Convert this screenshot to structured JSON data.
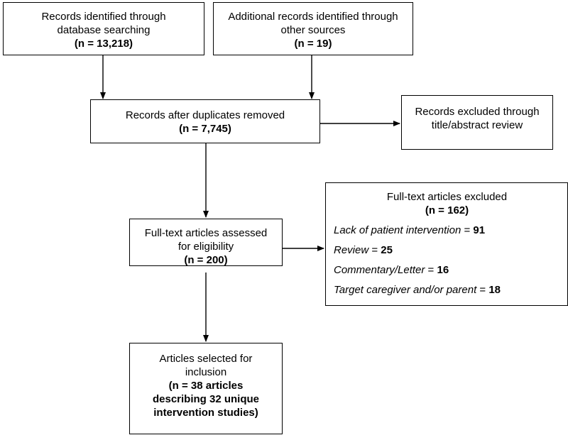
{
  "boxes": {
    "database": {
      "lines": [
        "Records identified through",
        "database searching"
      ],
      "count": "(n = 13,218)"
    },
    "other_sources": {
      "lines": [
        "Additional records identified through",
        "other sources"
      ],
      "count": "(n = 19)"
    },
    "after_duplicates": {
      "lines": [
        "Records after duplicates removed"
      ],
      "count": "(n = 7,745)"
    },
    "excluded_title": {
      "lines": [
        "Records excluded through",
        "title/abstract review"
      ]
    },
    "fulltext_assessed": {
      "lines": [
        "Full-text articles assessed",
        "for eligibility"
      ],
      "count": "(n = 200)"
    },
    "fulltext_excluded": {
      "title": "Full-text articles excluded",
      "count": "(n = 162)",
      "reasons": [
        {
          "label": "Lack of patient intervention",
          "sep": " = ",
          "value": "91"
        },
        {
          "label": "Review",
          "sep": " = ",
          "value": "25"
        },
        {
          "label": "Commentary/Letter",
          "sep": " = ",
          "value": "16"
        },
        {
          "label": "Target caregiver and/or parent",
          "sep": " = ",
          "value": "18"
        }
      ]
    },
    "selected": {
      "lines": [
        "Articles selected for",
        "inclusion"
      ],
      "count_lines": [
        "(n = 38 articles",
        "describing 32 unique",
        "intervention studies)"
      ]
    }
  }
}
